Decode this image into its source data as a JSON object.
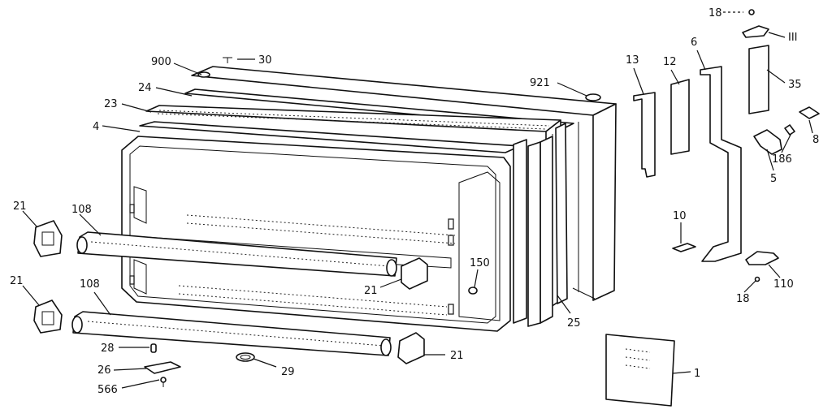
{
  "labels": {
    "l18a": "18",
    "l111": "III",
    "l6": "6",
    "l13": "13",
    "l12": "12",
    "l35": "35",
    "l900": "900",
    "l30": "30",
    "l921": "921",
    "l24": "24",
    "l23": "23",
    "l4": "4",
    "l8": "8",
    "l186": "186",
    "l5": "5",
    "l21a": "21",
    "l108a": "108",
    "l10": "10",
    "l150": "150",
    "l21b": "21",
    "l110": "110",
    "l18b": "18",
    "l21c": "21",
    "l108b": "108",
    "l25": "25",
    "l28": "28",
    "l26": "26",
    "l29": "29",
    "l21d": "21",
    "l1": "1",
    "l566": "566"
  }
}
